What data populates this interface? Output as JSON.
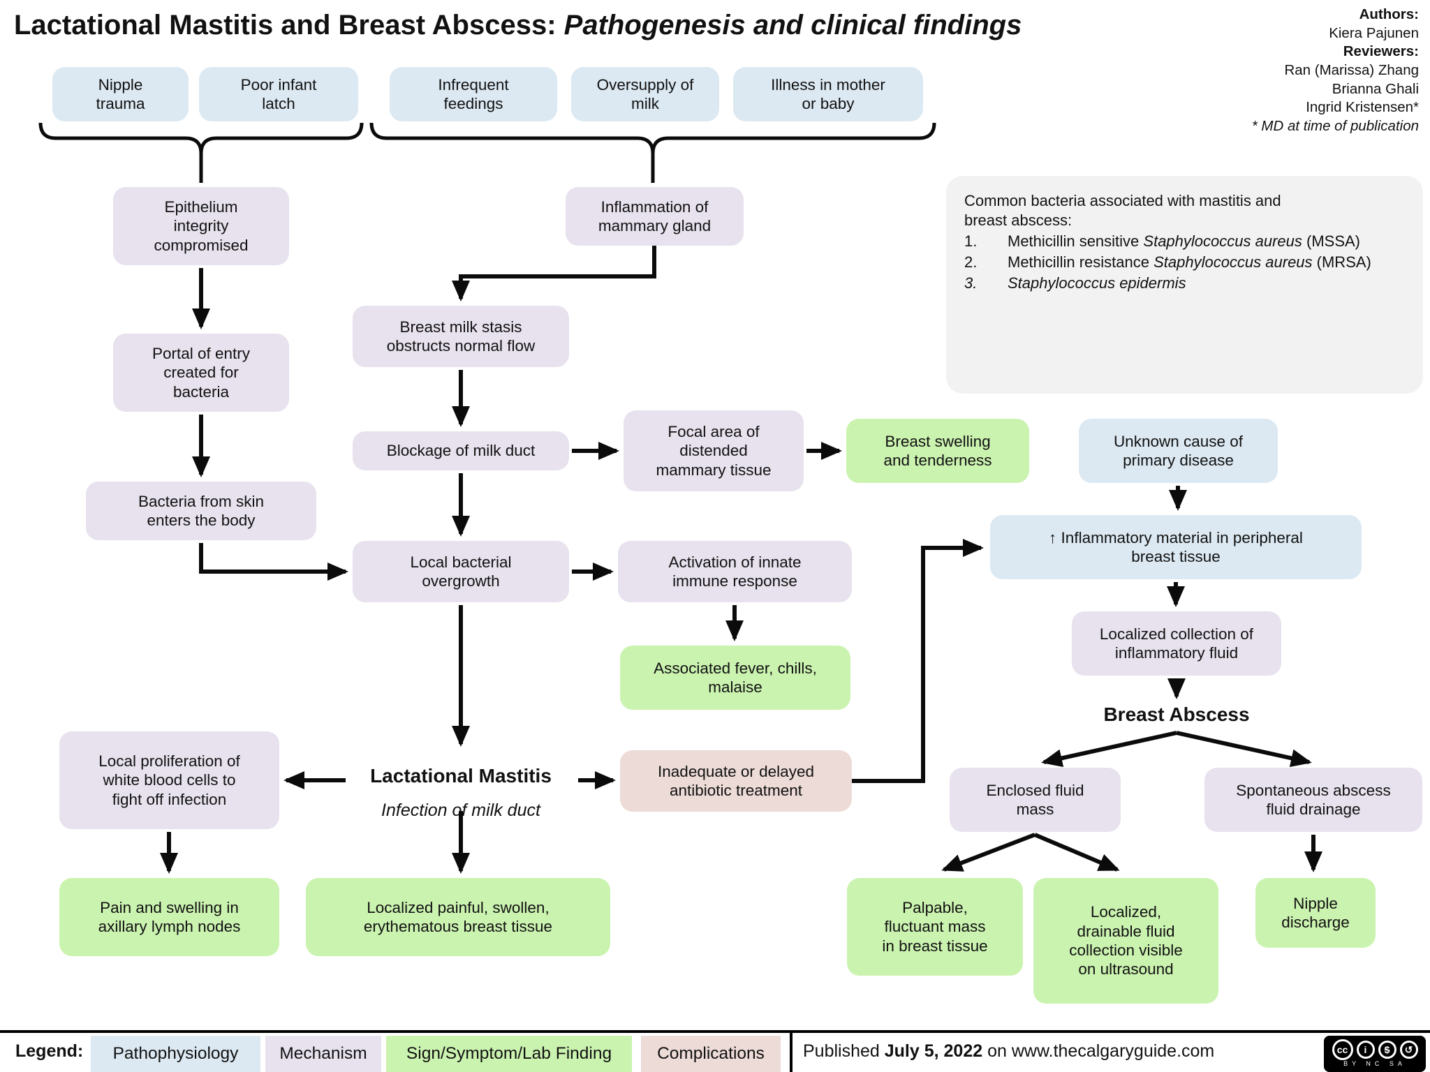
{
  "title": {
    "main": "Lactational Mastitis and Breast Abscess:",
    "subtitle": " Pathogenesis and clinical findings"
  },
  "credits": {
    "authors_label": "Authors:",
    "author1": "Kiera Pajunen",
    "reviewers_label": "Reviewers:",
    "reviewer1": "Ran (Marissa) Zhang",
    "reviewer2": "Brianna Ghali",
    "reviewer3": "Ingrid Kristensen*",
    "note": "* MD at time of publication"
  },
  "info_box": {
    "intro": "Common bacteria associated with mastitis and\nbreast abscess:",
    "items": [
      {
        "num": "1.",
        "pre": "Methicillin sensitive ",
        "italic": "Staphylococcus aureus",
        "post": " (MSSA)"
      },
      {
        "num": "2.",
        "pre": "Methicillin resistance ",
        "italic": "Staphylococcus aureus",
        "post": " (MRSA)"
      },
      {
        "num": "3.",
        "pre": "",
        "italic": "Staphylococcus epidermis",
        "post": ""
      }
    ]
  },
  "nodes": {
    "nipple_trauma": "Nipple\ntrauma",
    "poor_infant_latch": "Poor infant\nlatch",
    "infrequent_feedings": "Infrequent\nfeedings",
    "oversupply_milk": "Oversupply of\nmilk",
    "illness_mother_baby": "Illness in mother\nor baby",
    "epithelium": "Epithelium\nintegrity\ncompromised",
    "portal_entry": "Portal of entry\ncreated for\nbacteria",
    "bacteria_skin": "Bacteria from skin\nenters the body",
    "inflammation_gland": "Inflammation of\nmammary gland",
    "milk_stasis": "Breast milk stasis\nobstructs normal flow",
    "blockage_duct": "Blockage of milk duct",
    "focal_area": "Focal area of\ndistended\nmammary tissue",
    "breast_swelling": "Breast swelling\nand tenderness",
    "local_overgrowth": "Local bacterial\novergrowth",
    "activation_immune": "Activation of innate\nimmune response",
    "fever_chills": "Associated fever, chills,\nmalaise",
    "local_proliferation": "Local proliferation of\nwhite blood cells to\nfight off infection",
    "pain_axillary": "Pain and swelling in\naxillary lymph nodes",
    "localized_painful": "Localized painful, swollen,\nerythematous breast tissue",
    "inadequate_treatment": "Inadequate or delayed\nantibiotic treatment",
    "unknown_cause": "Unknown cause of\nprimary disease",
    "inflammatory_material": "↑ Inflammatory material in peripheral\nbreast tissue",
    "localized_collection": "Localized collection of\ninflammatory fluid",
    "enclosed_fluid": "Enclosed fluid\nmass",
    "spontaneous_drainage": "Spontaneous abscess\nfluid drainage",
    "palpable_mass": "Palpable,\nfluctuant mass\nin breast tissue",
    "drainable_collection": "Localized,\ndrainable fluid\ncollection visible\non ultrasound",
    "nipple_discharge": "Nipple\ndischarge"
  },
  "mastitis": {
    "title": "Lactational Mastitis",
    "subtitle": "Infection of milk duct"
  },
  "abscess_title": "Breast Abscess",
  "legend": {
    "label": "Legend:",
    "items": [
      {
        "label": "Pathophysiology",
        "color": "#dce9f2"
      },
      {
        "label": "Mechanism",
        "color": "#e7e2ee"
      },
      {
        "label": "Sign/Symptom/Lab Finding",
        "color": "#cbf3b0"
      },
      {
        "label": "Complications",
        "color": "#ecdbd7"
      }
    ]
  },
  "footer": {
    "published_prefix": "Published ",
    "date": "July 5, 2022",
    "published_suffix": " on www.thecalgaryguide.com",
    "license": {
      "cc": "cc",
      "by": "i",
      "nc": "$",
      "sa": "↺",
      "labels": "BY NC SA"
    }
  }
}
